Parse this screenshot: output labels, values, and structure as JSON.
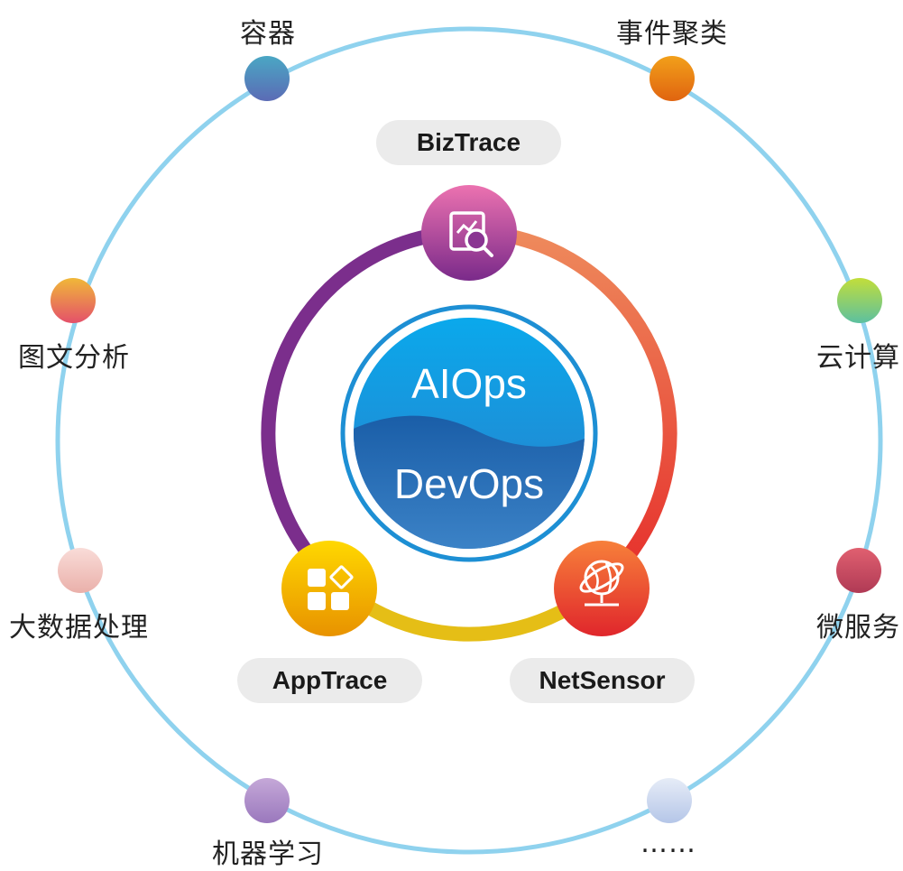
{
  "outer_technologies": [
    {
      "id": "container",
      "label": "容器",
      "color_top": "#4aa7c4",
      "color_bottom": "#5b6bb5"
    },
    {
      "id": "event-clustering",
      "label": "事件聚类",
      "color_top": "#f2a01a",
      "color_bottom": "#e06410"
    },
    {
      "id": "image-text-analysis",
      "label": "图文分析",
      "color_top": "#f0b838",
      "color_bottom": "#e4506a"
    },
    {
      "id": "cloud-computing",
      "label": "云计算",
      "color_top": "#c2de3a",
      "color_bottom": "#5cc0a0"
    },
    {
      "id": "big-data",
      "label": "大数据处理",
      "color_top": "#f9dcd8",
      "color_bottom": "#eab0aa"
    },
    {
      "id": "microservices",
      "label": "微服务",
      "color_top": "#e06070",
      "color_bottom": "#b03a55"
    },
    {
      "id": "machine-learning",
      "label": "机器学习",
      "color_top": "#c5a8d8",
      "color_bottom": "#9a78bd"
    },
    {
      "id": "more",
      "label": "……",
      "color_top": "#e6ecf7",
      "color_bottom": "#b5c6e8"
    }
  ],
  "products": {
    "biztrace": {
      "label": "BizTrace",
      "color_top": "#ec72b0",
      "color_bottom": "#7a2a8a"
    },
    "apptrace": {
      "label": "AppTrace",
      "color_top": "#ffd800",
      "color_bottom": "#e89200"
    },
    "netsensor": {
      "label": "NetSensor",
      "color_top": "#f7803a",
      "color_bottom": "#e0262c"
    }
  },
  "core": {
    "top_label": "AIOps",
    "bottom_label": "DevOps"
  },
  "colors": {
    "outer_ring": "#8fd2ee",
    "arc_purple": "#7b2e8c",
    "arc_orange": "#ec6a3c",
    "arc_yellow": "#e5be16",
    "core_light": "#2aa8de",
    "core_dark": "#1560a8"
  }
}
